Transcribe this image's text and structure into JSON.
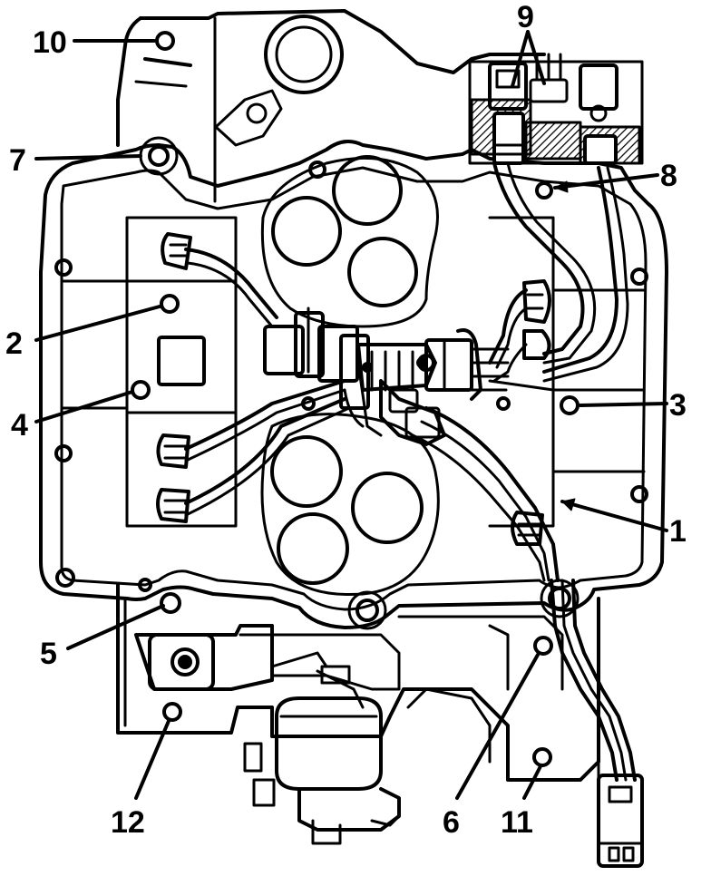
{
  "colors": {
    "ink": "#000000",
    "paper": "#ffffff",
    "hatch": "#000000"
  },
  "callouts": [
    {
      "id": "1",
      "label": "1"
    },
    {
      "id": "2",
      "label": "2"
    },
    {
      "id": "3",
      "label": "3"
    },
    {
      "id": "4",
      "label": "4"
    },
    {
      "id": "5",
      "label": "5"
    },
    {
      "id": "6",
      "label": "6"
    },
    {
      "id": "7",
      "label": "7"
    },
    {
      "id": "8",
      "label": "8"
    },
    {
      "id": "9",
      "label": "9"
    },
    {
      "id": "10",
      "label": "10"
    },
    {
      "id": "11",
      "label": "11"
    },
    {
      "id": "12",
      "label": "12"
    }
  ]
}
